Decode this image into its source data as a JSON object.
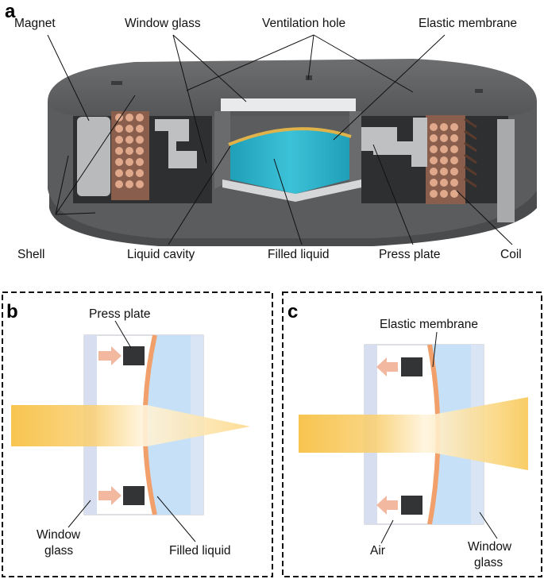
{
  "panels": {
    "a": "a",
    "b": "b",
    "c": "c"
  },
  "panel_a": {
    "labels": {
      "magnet": "Magnet",
      "window_glass": "Window glass",
      "ventilation_hole": "Ventilation hole",
      "elastic_membrane": "Elastic membrane",
      "shell": "Shell",
      "liquid_cavity": "Liquid cavity",
      "filled_liquid": "Filled liquid",
      "press_plate": "Press plate",
      "coil": "Coil"
    }
  },
  "panel_b": {
    "labels": {
      "press_plate": "Press plate",
      "window_glass_1": "Window",
      "window_glass_2": "glass",
      "filled_liquid": "Filled liquid"
    }
  },
  "panel_c": {
    "labels": {
      "elastic_membrane": "Elastic membrane",
      "air": "Air",
      "window_glass_1": "Window",
      "window_glass_2": "glass"
    }
  },
  "colors": {
    "housing": "#5b5c5e",
    "liquid": "#2fb3c9",
    "membrane": "#f2a06b",
    "coil": "#d9a48a",
    "light_beam": "#f7c34a",
    "glass": "#d7def0",
    "liquid_light": "#c6e0f7"
  }
}
